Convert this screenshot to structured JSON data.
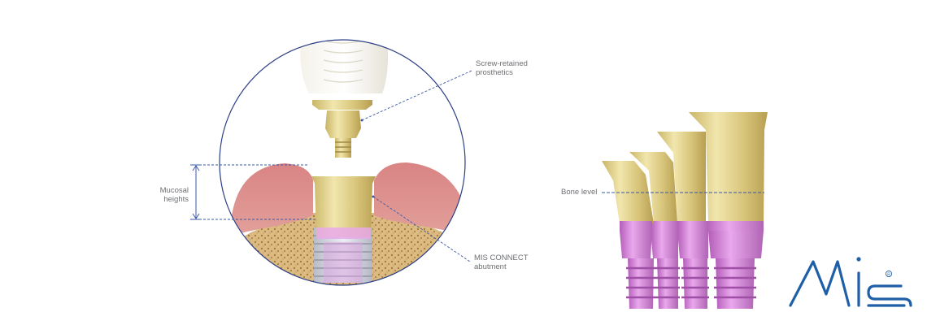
{
  "callouts": {
    "screw_retained": [
      "Screw-retained",
      "prosthetics"
    ],
    "mucosal_heights": [
      "Mucosal",
      "heights"
    ],
    "mis_connect": [
      "MIS CONNECT",
      "abutment"
    ],
    "bone_level": "Bone level"
  },
  "logo": {
    "text": "MIS",
    "registered": "®"
  },
  "colors": {
    "brand_blue": "#1f5fa8",
    "circle_outline": "#2b3f86",
    "gum": "#d57a7a",
    "bone": "#d8b57a",
    "gold": "#d8c97a",
    "implant_purple": "#cf7fd3",
    "label_text": "#6d6f73"
  },
  "icons": [
    "mis-logo",
    "registered-mark-icon"
  ]
}
